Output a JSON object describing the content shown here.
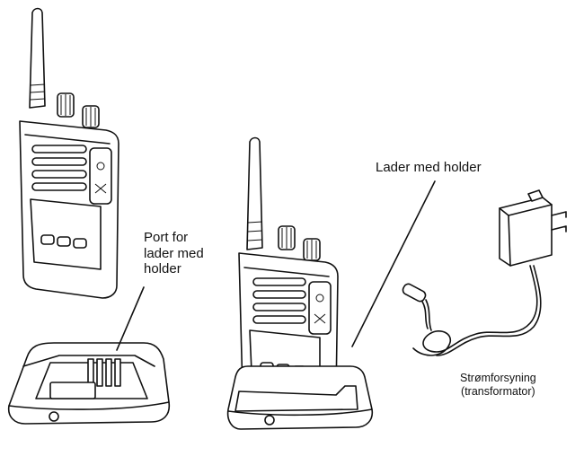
{
  "labels": {
    "port_line1": "Port for",
    "port_line2": "lader med",
    "port_line3": "holder",
    "charger": "Lader med holder",
    "power_line1": "Strømforsyning",
    "power_line2": "(transformator)"
  }
}
